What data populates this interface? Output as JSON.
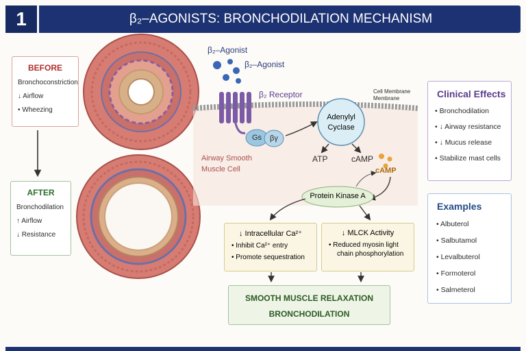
{
  "header": {
    "number": "1",
    "title": "β₂–AGONISTS: BRONCHODILATION MECHANISM"
  },
  "before": {
    "title": "BEFORE",
    "lines": [
      "Bronchoconstriction",
      "↓ Airflow",
      "• Wheezing"
    ]
  },
  "after": {
    "title": "AFTER",
    "lines": [
      "Bronchodilation",
      "↑ Airflow",
      "↓ Resistance"
    ]
  },
  "mechanism": {
    "agonist_label": "β₂–Agonist",
    "agonist_label_2": "β₂–Agonist",
    "receptor_label": "β₂ Receptor",
    "membrane_label": [
      "Cell Membrane",
      "Membrane"
    ],
    "gs": "Gs",
    "by": "βγ",
    "cell_label": [
      "Airway Smooth",
      "Muscle Cell"
    ],
    "adenylyl": [
      "Adenylyl",
      "Cyclase"
    ],
    "atp": "ATP",
    "camp": "cAMP",
    "camp2": "cAMP",
    "pka": "Protein Kinase A",
    "calcium": {
      "title": "↓ Intracellular Ca²⁺",
      "lines": [
        "• Inhibit Ca²⁺ entry",
        "• Promote sequestration"
      ]
    },
    "mlck": {
      "title": "↓ MLCK Activity",
      "lines": [
        "• Reduced myosin light",
        "chain phosphorylation"
      ]
    },
    "result": [
      "SMOOTH MUSCLE RELAXATION",
      "BRONCHODILATION"
    ]
  },
  "clinical": {
    "title": "Clinical Effects",
    "items": [
      "• Bronchodilation",
      "• ↓ Airway resistance",
      "• ↓ Mucus release",
      "• Stabilize mast cells"
    ]
  },
  "examples": {
    "title": "Examples",
    "items": [
      "• Albuterol",
      "• Salbutamol",
      "• Levalbuterol",
      "• Formoterol",
      "• Salmeterol"
    ]
  },
  "colors": {
    "header": "#1c3272",
    "airway": "#d77c73",
    "lumen_before": "#ffffff",
    "camp": "#e8a33a"
  }
}
